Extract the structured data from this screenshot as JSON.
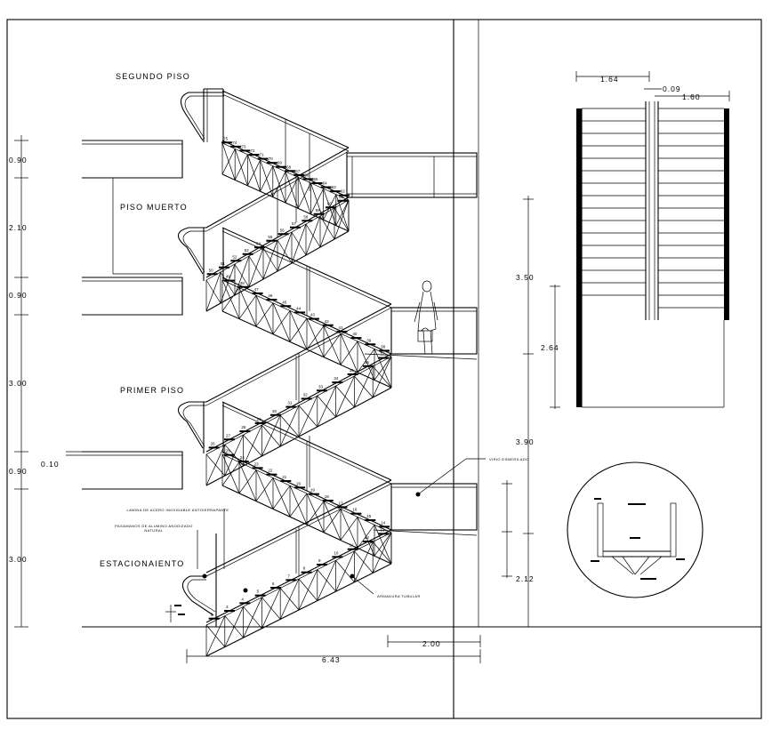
{
  "levels": {
    "segundo_piso": "SEGUNDO PISO",
    "piso_muerto": "PISO MUERTO",
    "primer_piso": "PRIMER PISO",
    "estacionamiento": "ESTACIONAIENTO"
  },
  "left_dimensions": [
    "0.90",
    "2.10",
    "0.90",
    "3.00",
    "0.90",
    "3.00"
  ],
  "slab_thickness": "0.10",
  "bottom_dimensions": {
    "short": "2.00",
    "total": "6.43"
  },
  "right_dimensions": {
    "upper": "3.50",
    "middle": "2.64",
    "lower": "3.90",
    "bottom": "2.12"
  },
  "plan_dimensions": {
    "left_flight": "1.64",
    "gap": "0.09",
    "right_flight": "1.60"
  },
  "annotations": {
    "glass": "VIRIO ESMERILADO",
    "lamina": "LAMINA DE ACERO INOXIDABLE ANTIDERRAPANTE",
    "pasamanos": "PASAMANOS DE ALUMINO ANODIZADO NATURAL",
    "armadura": "ARMADURA TUBULAR"
  },
  "step_labels": {
    "flight_top": [
      "75",
      "74",
      "73",
      "72",
      "71",
      "70",
      "69",
      "68",
      "67",
      "66",
      "65",
      "64",
      "63",
      "62"
    ],
    "flight_3": [
      "61",
      "60",
      "59",
      "58",
      "57",
      "56",
      "55",
      "54",
      "53",
      "52",
      "51",
      "50"
    ],
    "flight_4": [
      "49",
      "48",
      "47",
      "46",
      "45",
      "44",
      "43",
      "42",
      "41",
      "40",
      "39",
      "38"
    ],
    "flight_5": [
      "37",
      "36",
      "35",
      "34",
      "33",
      "32",
      "31",
      "30",
      "29",
      "28",
      "27",
      "26"
    ],
    "flight_6": [
      "25",
      "24",
      "23",
      "22",
      "21",
      "20",
      "19",
      "18",
      "17",
      "16",
      "15",
      "14"
    ],
    "flight_7": [
      "13",
      "12",
      "11",
      "10",
      "9",
      "8",
      "7",
      "6",
      "5",
      "4",
      "3",
      "2"
    ]
  }
}
